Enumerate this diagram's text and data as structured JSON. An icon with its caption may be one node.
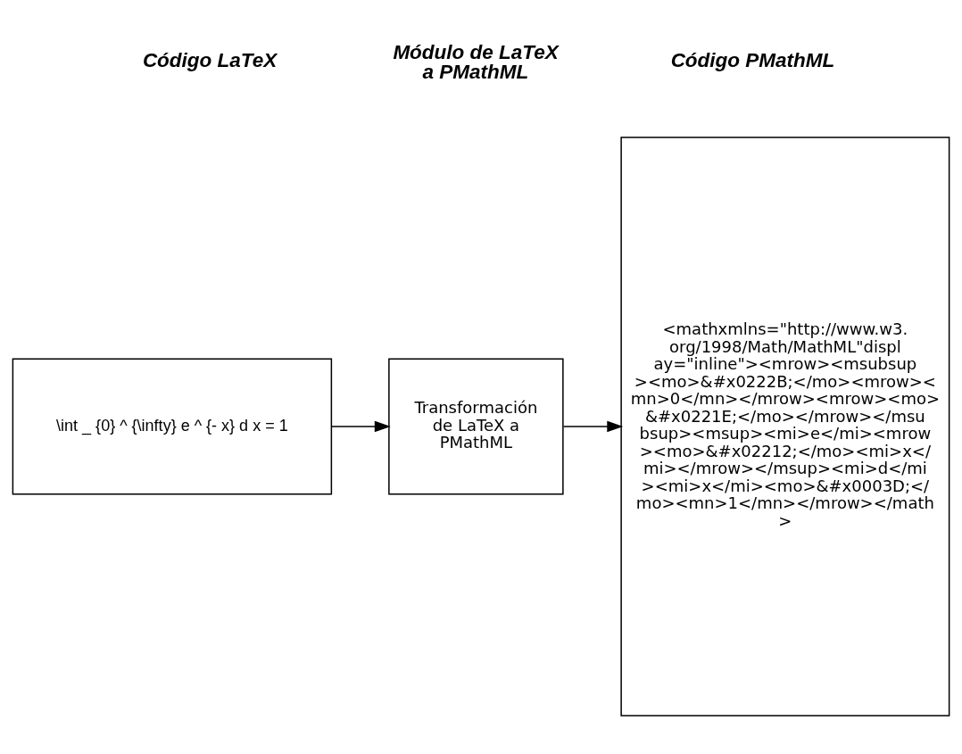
{
  "diagram": {
    "nodes": [
      {
        "text": [
          "\\int _ {0} ^ {\\infty} e ^ {- x} d x = 1"
        ]
      },
      {
        "text": [
          "Transformación de LaTeX a PMathML"
        ]
      },
      {
        "text": [
          "<mathxmlns=\"http://www.w3.org/1998/Math/MathML\"display=\"inline\"><mrow><msubsup><mo>&#x0222B;</mo><mrow><mn>0</mn></mrow><mrow><mo>&#x0221E;</mo></mrow></msubsup><msup><mi>e</mi><mrow><mo>&#x02212;</mo><mi>x</mi></mrow></msup><mi>d</mi><mi>x</mi><mo>&#x0003D;</mo><mn>1</mn></mrow></math>"
        ]
      }
    ],
    "edges": [
      {
        "from": 0,
        "to": 1,
        "arrow": "to"
      },
      {
        "from": 1,
        "to": 2,
        "arrow": "to"
      }
    ],
    "labels": [
      "Código LaTeX",
      "Módulo de LaTeX a PMathML",
      "Código PMathML"
    ]
  }
}
